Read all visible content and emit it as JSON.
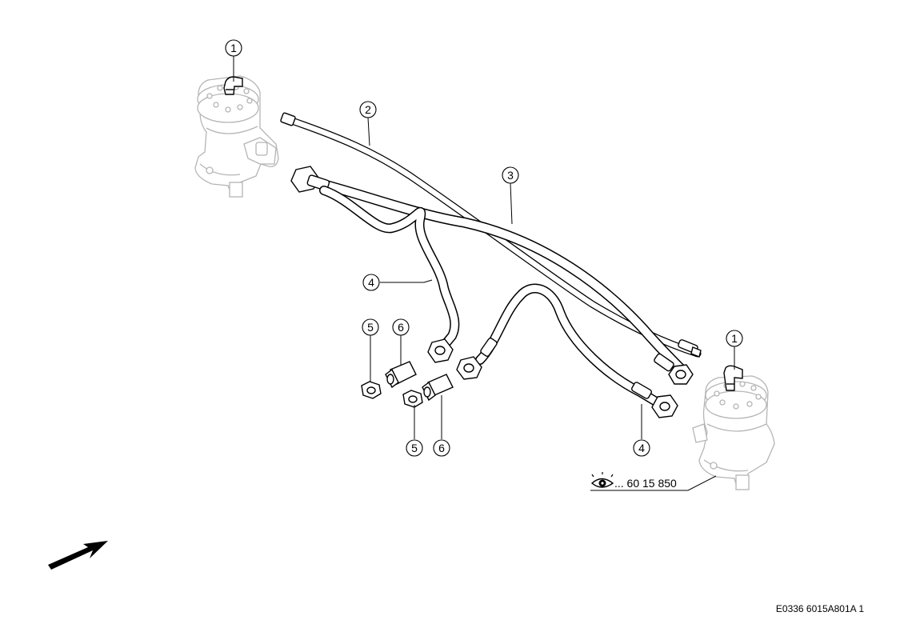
{
  "callouts": [
    {
      "id": "c1a",
      "label": "1"
    },
    {
      "id": "c1b",
      "label": "1"
    },
    {
      "id": "c2",
      "label": "2"
    },
    {
      "id": "c3",
      "label": "3"
    },
    {
      "id": "c4a",
      "label": "4"
    },
    {
      "id": "c4b",
      "label": "4"
    },
    {
      "id": "c5a",
      "label": "5"
    },
    {
      "id": "c5b",
      "label": "5"
    },
    {
      "id": "c6a",
      "label": "6"
    },
    {
      "id": "c6b",
      "label": "6"
    }
  ],
  "reference": {
    "text": "... 60 15 850",
    "icon": "eye-icon"
  },
  "footer": {
    "code": "E0336 6015A801A 1"
  },
  "orientation_arrow": {
    "icon": "direction-arrow-icon"
  },
  "colors": {
    "line": "#000000",
    "grey_component": "#b5b5b5",
    "hose_fill": "#ffffff"
  }
}
